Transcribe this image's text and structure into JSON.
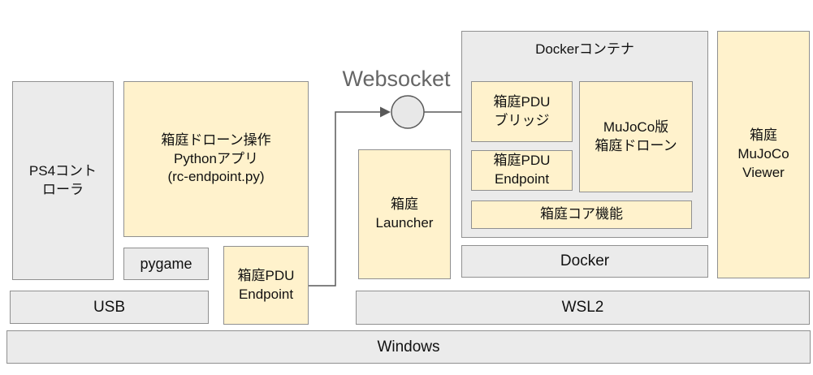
{
  "diagram": {
    "websocket_label": "Websocket",
    "boxes": {
      "ps4_controller": "PS4コント\nローラ",
      "python_app": "箱庭ドローン操作\nPythonアプリ\n(rc-endpoint.py)",
      "pygame": "pygame",
      "pdu_endpoint_host": "箱庭PDU\nEndpoint",
      "usb": "USB",
      "launcher": "箱庭\nLauncher",
      "docker_container_title": "Dockerコンテナ",
      "pdu_bridge": "箱庭PDU\nブリッジ",
      "pdu_endpoint_docker": "箱庭PDU\nEndpoint",
      "mujoco_drone": "MuJoCo版\n箱庭ドローン",
      "core_functions": "箱庭コア機能",
      "docker": "Docker",
      "mujoco_viewer": "箱庭\nMuJoCo\nViewer",
      "wsl2": "WSL2",
      "windows": "Windows"
    },
    "colors": {
      "component_fill": "#fff2cc",
      "platform_fill": "#ebebeb",
      "box_border": "#909090",
      "connector_line": "#595959",
      "websocket_text": "#666666",
      "label_text": "#111111"
    }
  }
}
